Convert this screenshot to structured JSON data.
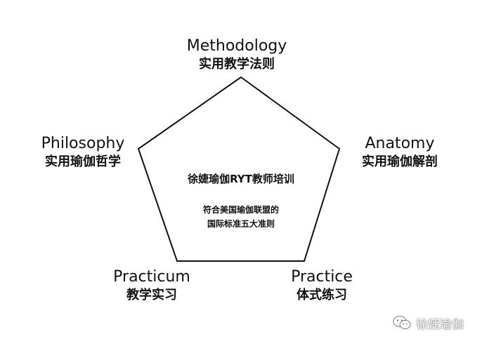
{
  "nodes": {
    "top": {
      "en": "Methodology",
      "zh": "实用教学法则"
    },
    "left": {
      "en": "Philosophy",
      "zh": "实用瑜伽哲学"
    },
    "right": {
      "en": "Anatomy",
      "zh": "实用瑜伽解剖"
    },
    "bottom_left": {
      "en": "Practicum",
      "zh": "教学实习"
    },
    "bottom_right": {
      "en": "Practice",
      "zh": "体式练习"
    }
  },
  "center": {
    "title": "徐婕瑜伽RYT教师培训",
    "subtitle_line1": "符合美国瑜伽联盟的",
    "subtitle_line2": "国际标准五大准则"
  },
  "watermark": {
    "icon": "wechat-icon",
    "text": "徐婕瑜伽"
  },
  "colors": {
    "background": "#ffffff",
    "line": "#111111",
    "text": "#111111"
  }
}
